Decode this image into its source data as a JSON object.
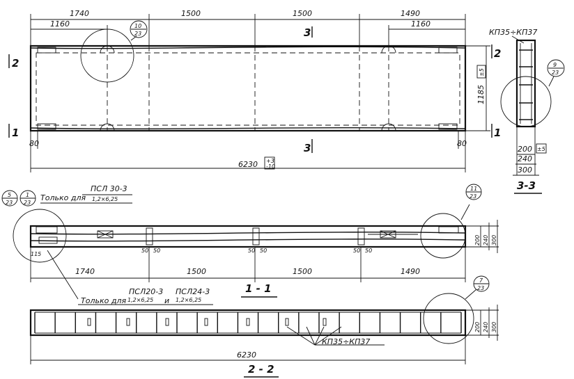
{
  "plan_top_dims": [
    "1740",
    "1500",
    "1500",
    "1490"
  ],
  "plan_inner_dims": [
    "1160",
    "1160"
  ],
  "plan_height_dim": "1185",
  "plan_height_tol": "±5",
  "plan_edge_dims": [
    "80",
    "80"
  ],
  "plan_total": "6230",
  "plan_total_tol_plus": "+3",
  "plan_total_tol_minus": "-10",
  "plan_callout": {
    "top": "10",
    "bottom": "23"
  },
  "section_marks": {
    "s1": "1",
    "s2": "2",
    "s3": "3"
  },
  "sec33": {
    "loops_label": "КП35÷КП37",
    "callout": {
      "top": "9",
      "bottom": "23"
    },
    "dim_200": "200",
    "dim_240": "240",
    "dim_300": "300",
    "tol": "±5",
    "title": "3-3"
  },
  "sec11": {
    "callout_a": {
      "top": "5",
      "bottom": "23"
    },
    "callout_b": {
      "top": "1",
      "bottom": "23"
    },
    "callout_right": {
      "top": "11",
      "bottom": "23"
    },
    "only_for": "Только для",
    "brand_1": "ПСЛ 30-3",
    "brand_1_sub": "1,2×6,25",
    "only_for_2": "Только для",
    "brand_2": "ПСЛ20-3",
    "brand_2_sub": "1,2×6,25",
    "and_word": "и",
    "brand_3": "ПСЛ24-3",
    "brand_3_sub": "1,2×6,25",
    "dim_115": "115",
    "dim_50": "50",
    "dims": [
      "1740",
      "1500",
      "1500",
      "1490"
    ],
    "side_dims": [
      "200",
      "240",
      "300"
    ],
    "title": "1 - 1"
  },
  "sec22": {
    "callout": {
      "top": "7",
      "bottom": "23"
    },
    "loops_label": "КП35÷КП37",
    "total": "6230",
    "side_dims": [
      "200",
      "240",
      "300"
    ],
    "title": "2 - 2"
  }
}
